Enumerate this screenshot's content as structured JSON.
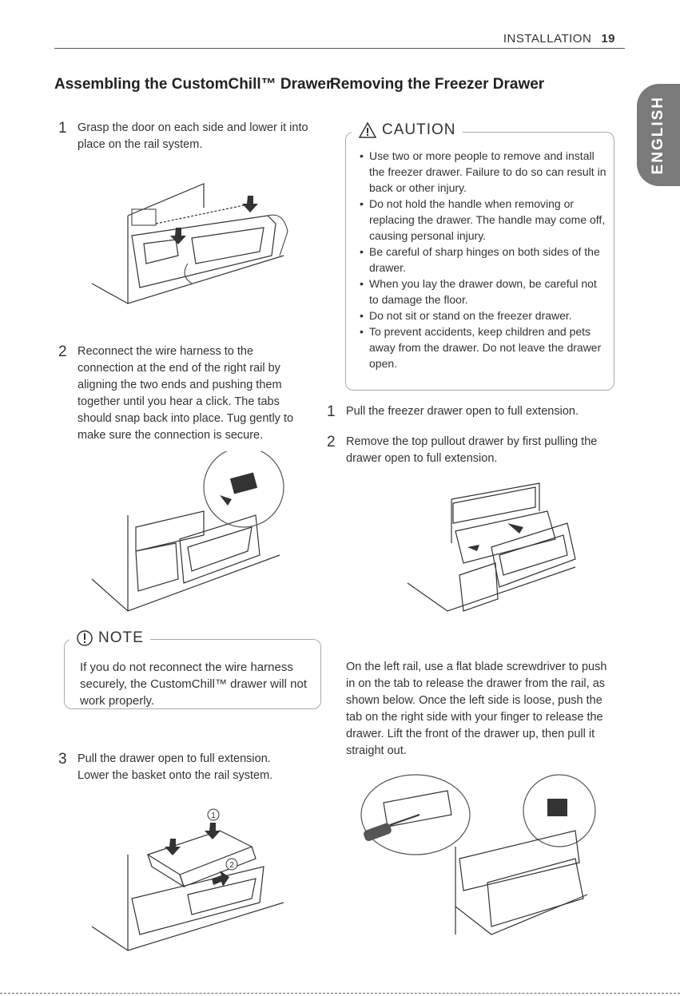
{
  "header": {
    "section": "INSTALLATION",
    "page": "19"
  },
  "side_tab": {
    "label": "ENGLISH"
  },
  "left": {
    "title": "Assembling the CustomChill™ Drawer",
    "steps": [
      {
        "num": "1",
        "text": "Grasp the door on each side and lower it into place on the rail system."
      },
      {
        "num": "2",
        "text": "Reconnect the wire harness to the connection at the end of the right rail by aligning the two ends and pushing them together until you hear a click. The tabs should snap back into place. Tug gently to make sure the connection is secure."
      },
      {
        "num": "3",
        "text": "Pull the drawer open to full extension. Lower the basket onto the rail system."
      }
    ],
    "note": {
      "label": "NOTE",
      "text": "If you do not reconnect the wire harness securely, the CustomChill™ drawer will not work properly."
    },
    "callouts": {
      "one": "1",
      "two": "2"
    }
  },
  "right": {
    "title": "Removing the Freezer Drawer",
    "caution": {
      "label": "CAUTION",
      "items": [
        "Use two or more people to remove and install the freezer drawer. Failure to do so can result in back or other injury.",
        "Do not hold the handle when removing or replacing the drawer. The handle may come off, causing personal injury.",
        "Be careful of sharp hinges on both sides of the drawer.",
        "When you lay the drawer down, be careful not to damage the floor.",
        "Do not sit or stand on the freezer drawer.",
        "To prevent accidents, keep children and pets away from the drawer. Do not leave the drawer open."
      ]
    },
    "steps": [
      {
        "num": "1",
        "text": "Pull the freezer drawer open to full extension."
      },
      {
        "num": "2",
        "text": "Remove the top pullout drawer by first pulling the drawer open to full extension."
      }
    ],
    "paragraph": "On the left rail, use a flat blade screwdriver to push in on the tab to release the drawer from the rail, as shown below. Once the left side is loose, push the tab on the right side with your finger to release the drawer. Lift the front of the drawer up, then pull it straight out."
  }
}
